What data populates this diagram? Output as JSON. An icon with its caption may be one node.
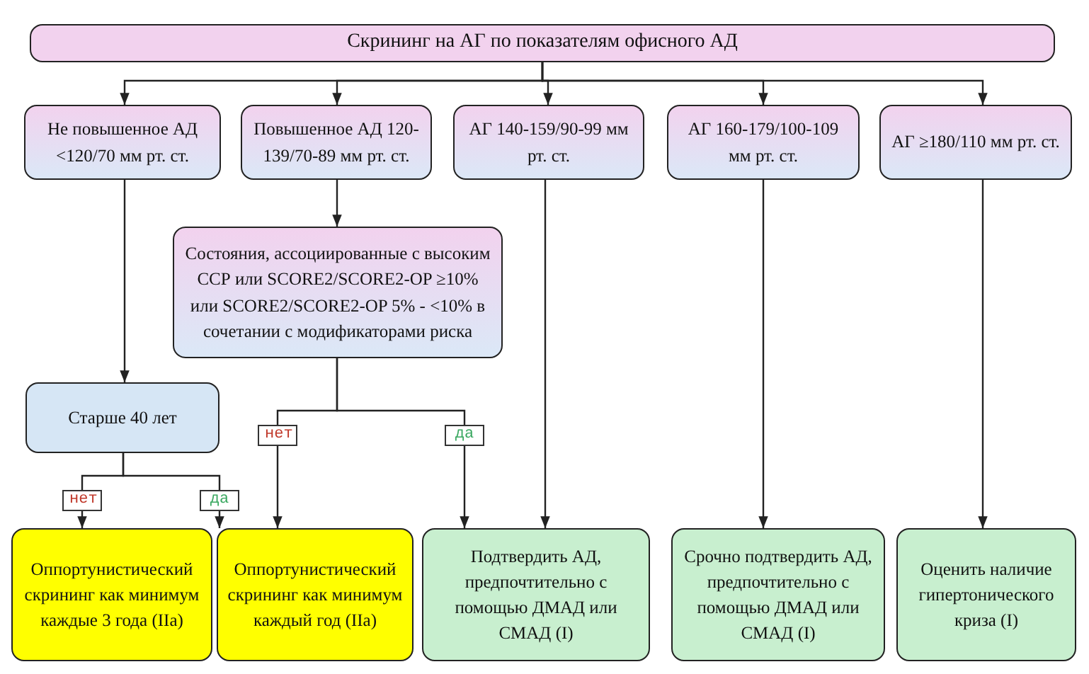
{
  "diagram": {
    "nodes": [
      {
        "text": [
          "Скрининг на АГ по показателям офисного АД"
        ]
      },
      {
        "text": [
          "Не повышенное АД <120/70 мм рт. ст."
        ]
      },
      {
        "text": [
          "Повышенное АД 120-139/70-89 мм рт. ст."
        ]
      },
      {
        "text": [
          "АГ 140-159/90-99 мм рт. ст."
        ]
      },
      {
        "text": [
          "АГ 160-179/100-109 мм рт. ст."
        ]
      },
      {
        "text": [
          "АГ ≥180/110 мм рт. ст."
        ]
      },
      {
        "text": [
          "Состояния, ассоциированные с высоким ССР или SCORE2/SCORE2-OP ≥10% или SCORE2/SCORE2-OP 5% - <10% в сочетании с модификаторами риска"
        ]
      },
      {
        "text": [
          "Старше 40 лет"
        ]
      },
      {
        "text": [
          "Оппортунистический скрининг как минимум каждые 3 года (IIa)"
        ]
      },
      {
        "text": [
          "Оппортунистический скрининг как минимум каждый год (IIa)"
        ]
      },
      {
        "text": [
          "Подтвердить АД, предпочтительно с помощью ДМАД или СМАД (I)"
        ]
      },
      {
        "text": [
          "Срочно подтвердить АД, предпочтительно с помощью ДМАД или СМАД (I)"
        ]
      },
      {
        "text": [
          "Оценить наличие гипертонического криза (I)"
        ]
      }
    ],
    "edges": [
      {
        "from": 0,
        "to": 1,
        "arrow": "to"
      },
      {
        "from": 0,
        "to": 2,
        "arrow": "to"
      },
      {
        "from": 0,
        "to": 3,
        "arrow": "to"
      },
      {
        "from": 0,
        "to": 4,
        "arrow": "to"
      },
      {
        "from": 0,
        "to": 5,
        "arrow": "to"
      },
      {
        "from": 1,
        "to": 7,
        "arrow": "to"
      },
      {
        "from": 2,
        "to": 6,
        "arrow": "to"
      },
      {
        "from": 3,
        "to": 10,
        "arrow": "to"
      },
      {
        "from": 4,
        "to": 11,
        "arrow": "to"
      },
      {
        "from": 5,
        "to": 12,
        "arrow": "to"
      },
      {
        "from": 7,
        "to": 8,
        "label": "нет",
        "arrow": "to"
      },
      {
        "from": 7,
        "to": 9,
        "label": "да",
        "arrow": "to"
      },
      {
        "from": 6,
        "to": 9,
        "label": "нет",
        "arrow": "to"
      },
      {
        "from": 6,
        "to": 10,
        "label": "да",
        "arrow": "to"
      }
    ]
  }
}
